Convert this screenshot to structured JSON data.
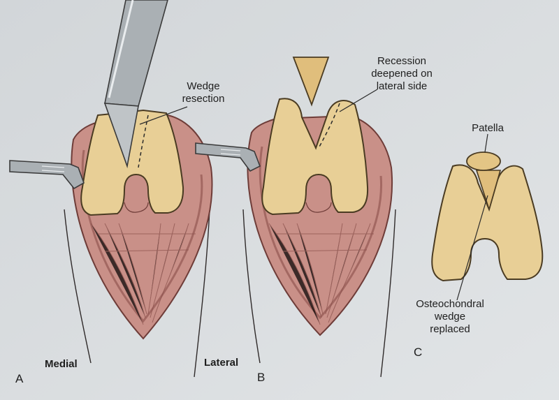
{
  "panels": {
    "a": {
      "letter": "A",
      "callout_lines": [
        "Wedge",
        "resection"
      ],
      "side_label_medial": "Medial"
    },
    "b": {
      "letter": "B",
      "callout_lines": [
        "Recession",
        "deepened on",
        "lateral side"
      ],
      "side_label_lateral": "Lateral"
    },
    "c": {
      "letter": "C",
      "top_label": "Patella",
      "callout_lines": [
        "Osteochondral",
        "wedge",
        "replaced"
      ]
    }
  },
  "colors": {
    "page": "#d9dde0",
    "bone_fill": "#e8cf96",
    "bone_outline": "#4a3b22",
    "tissue_fill": "#c99088",
    "tissue_dark": "#8a4f4a",
    "skin_line": "#2f2a2a",
    "instrument": "#aab0b4"
  },
  "icons": [
    "scalpel-icon",
    "retractor-icon"
  ]
}
